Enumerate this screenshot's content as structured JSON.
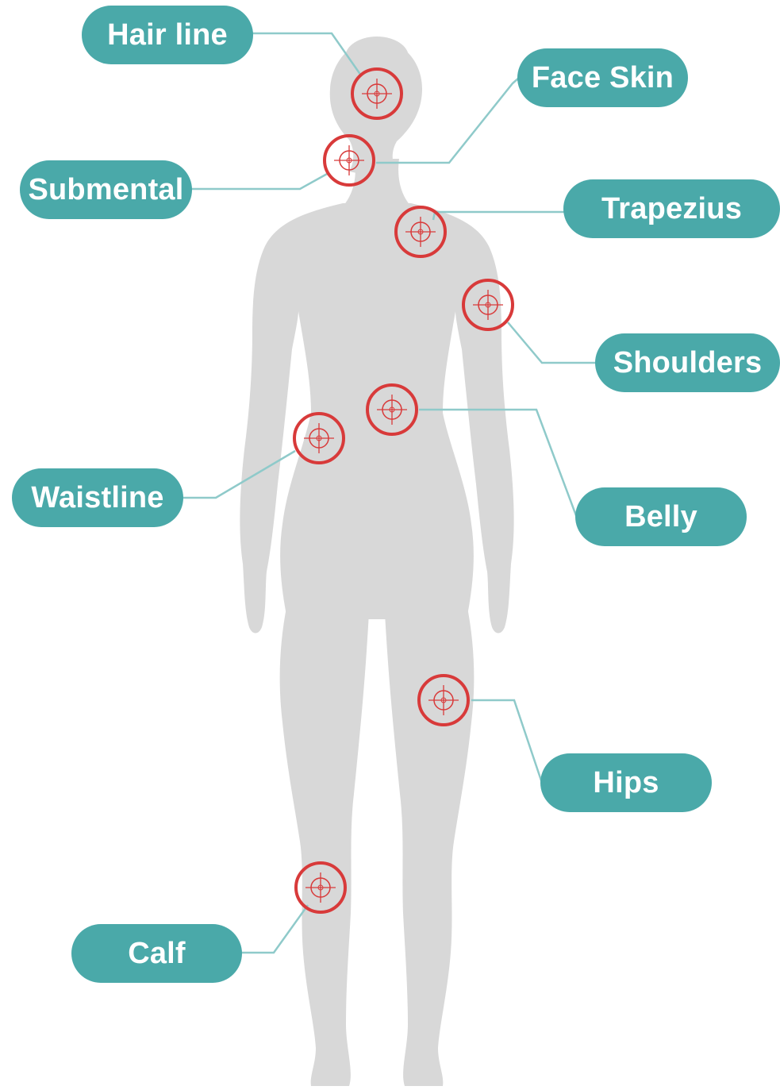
{
  "diagram": {
    "colors": {
      "body": "#d8d8d8",
      "label_fill": "#4aa9a9",
      "label_text": "#ffffff",
      "leader_line": "#8fcaca",
      "target_ring": "#d83a3a"
    },
    "icon": "crosshair-target-icon",
    "labels": {
      "hair_line": "Hair line",
      "submental": "Submental",
      "waistline": "Waistline",
      "calf": "Calf",
      "face_skin": "Face Skin",
      "trapezius": "Trapezius",
      "shoulders": "Shoulders",
      "belly": "Belly",
      "hips": "Hips"
    }
  }
}
